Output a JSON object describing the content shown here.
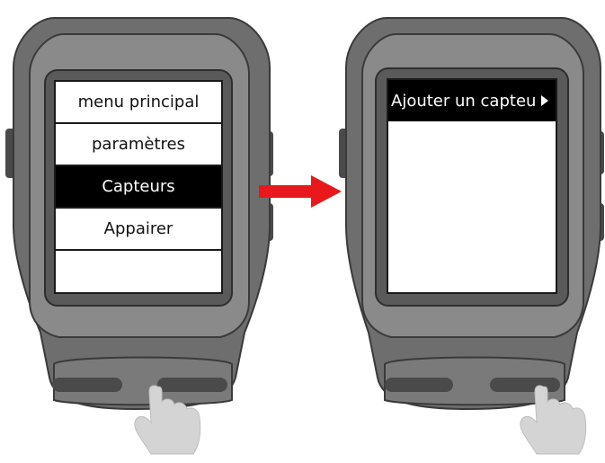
{
  "left_device": {
    "menu": [
      {
        "label": "menu principal",
        "selected": false
      },
      {
        "label": "paramètres",
        "selected": false
      },
      {
        "label": "Capteurs",
        "selected": true
      },
      {
        "label": "Appairer",
        "selected": false
      }
    ]
  },
  "right_device": {
    "add_sensor_label": "Ajouter un capteu"
  },
  "colors": {
    "device_body": "#6e6e6e",
    "device_inner": "#8a8a8a",
    "arrow": "#e8181c",
    "hand": "#d4d4d4",
    "selection": "#000000"
  },
  "icons": {
    "transition": "arrow-right-icon",
    "pointer": "hand-pointer-icon",
    "submenu": "triangle-right-icon"
  }
}
